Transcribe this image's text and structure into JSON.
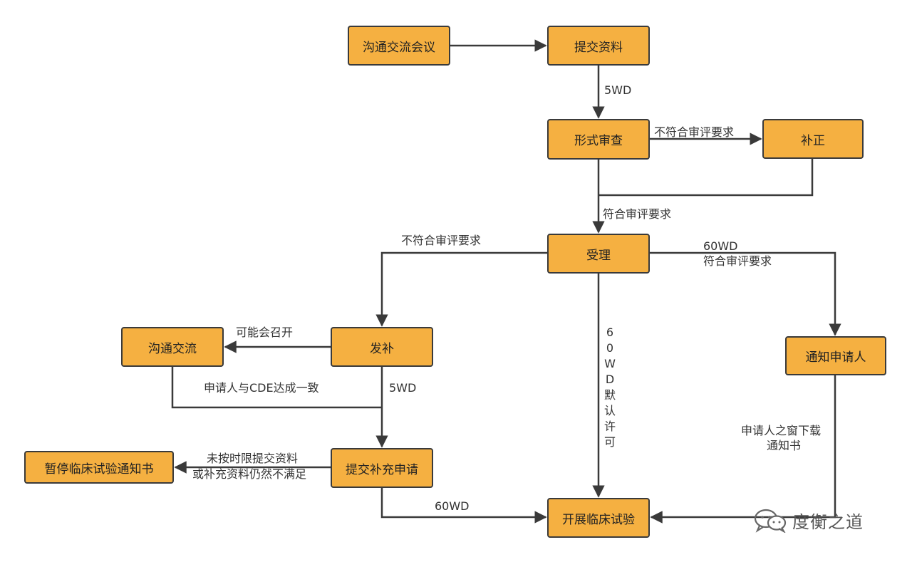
{
  "nodes": {
    "comm_meeting": "沟通交流会议",
    "submit_docs": "提交资料",
    "formal_review": "形式审查",
    "correction": "补正",
    "acceptance": "受理",
    "supplement_issue": "发补",
    "communication": "沟通交流",
    "notify_applicant": "通知申请人",
    "submit_supplement": "提交补充申请",
    "suspend_notice": "暂停临床试验通知书",
    "start_trial": "开展临床试验"
  },
  "labels": {
    "wd5_top": "5WD",
    "not_meet_1": "不符合审评要求",
    "meet_1": "符合审评要求",
    "not_meet_2": "不符合审评要求",
    "wd60_meet_a": "60WD",
    "wd60_meet_b": "符合审评要求",
    "may_hold": "可能会召开",
    "agree_cde": "申请人与CDE达成一致",
    "wd5_mid": "5WD",
    "default_permit": "60WD默认许可",
    "window_download_a": "申请人之窗下载",
    "window_download_b": "通知书",
    "overdue_a": "未按时限提交资料",
    "overdue_b": "或补充资料仍然不满足",
    "wd60_bottom": "60WD"
  },
  "watermark": {
    "text": "度衡之道",
    "icon": "wechat-icon"
  },
  "colors": {
    "node_fill": "#F5B041",
    "node_border": "#3a3a3a",
    "edge": "#3a3a3a"
  }
}
